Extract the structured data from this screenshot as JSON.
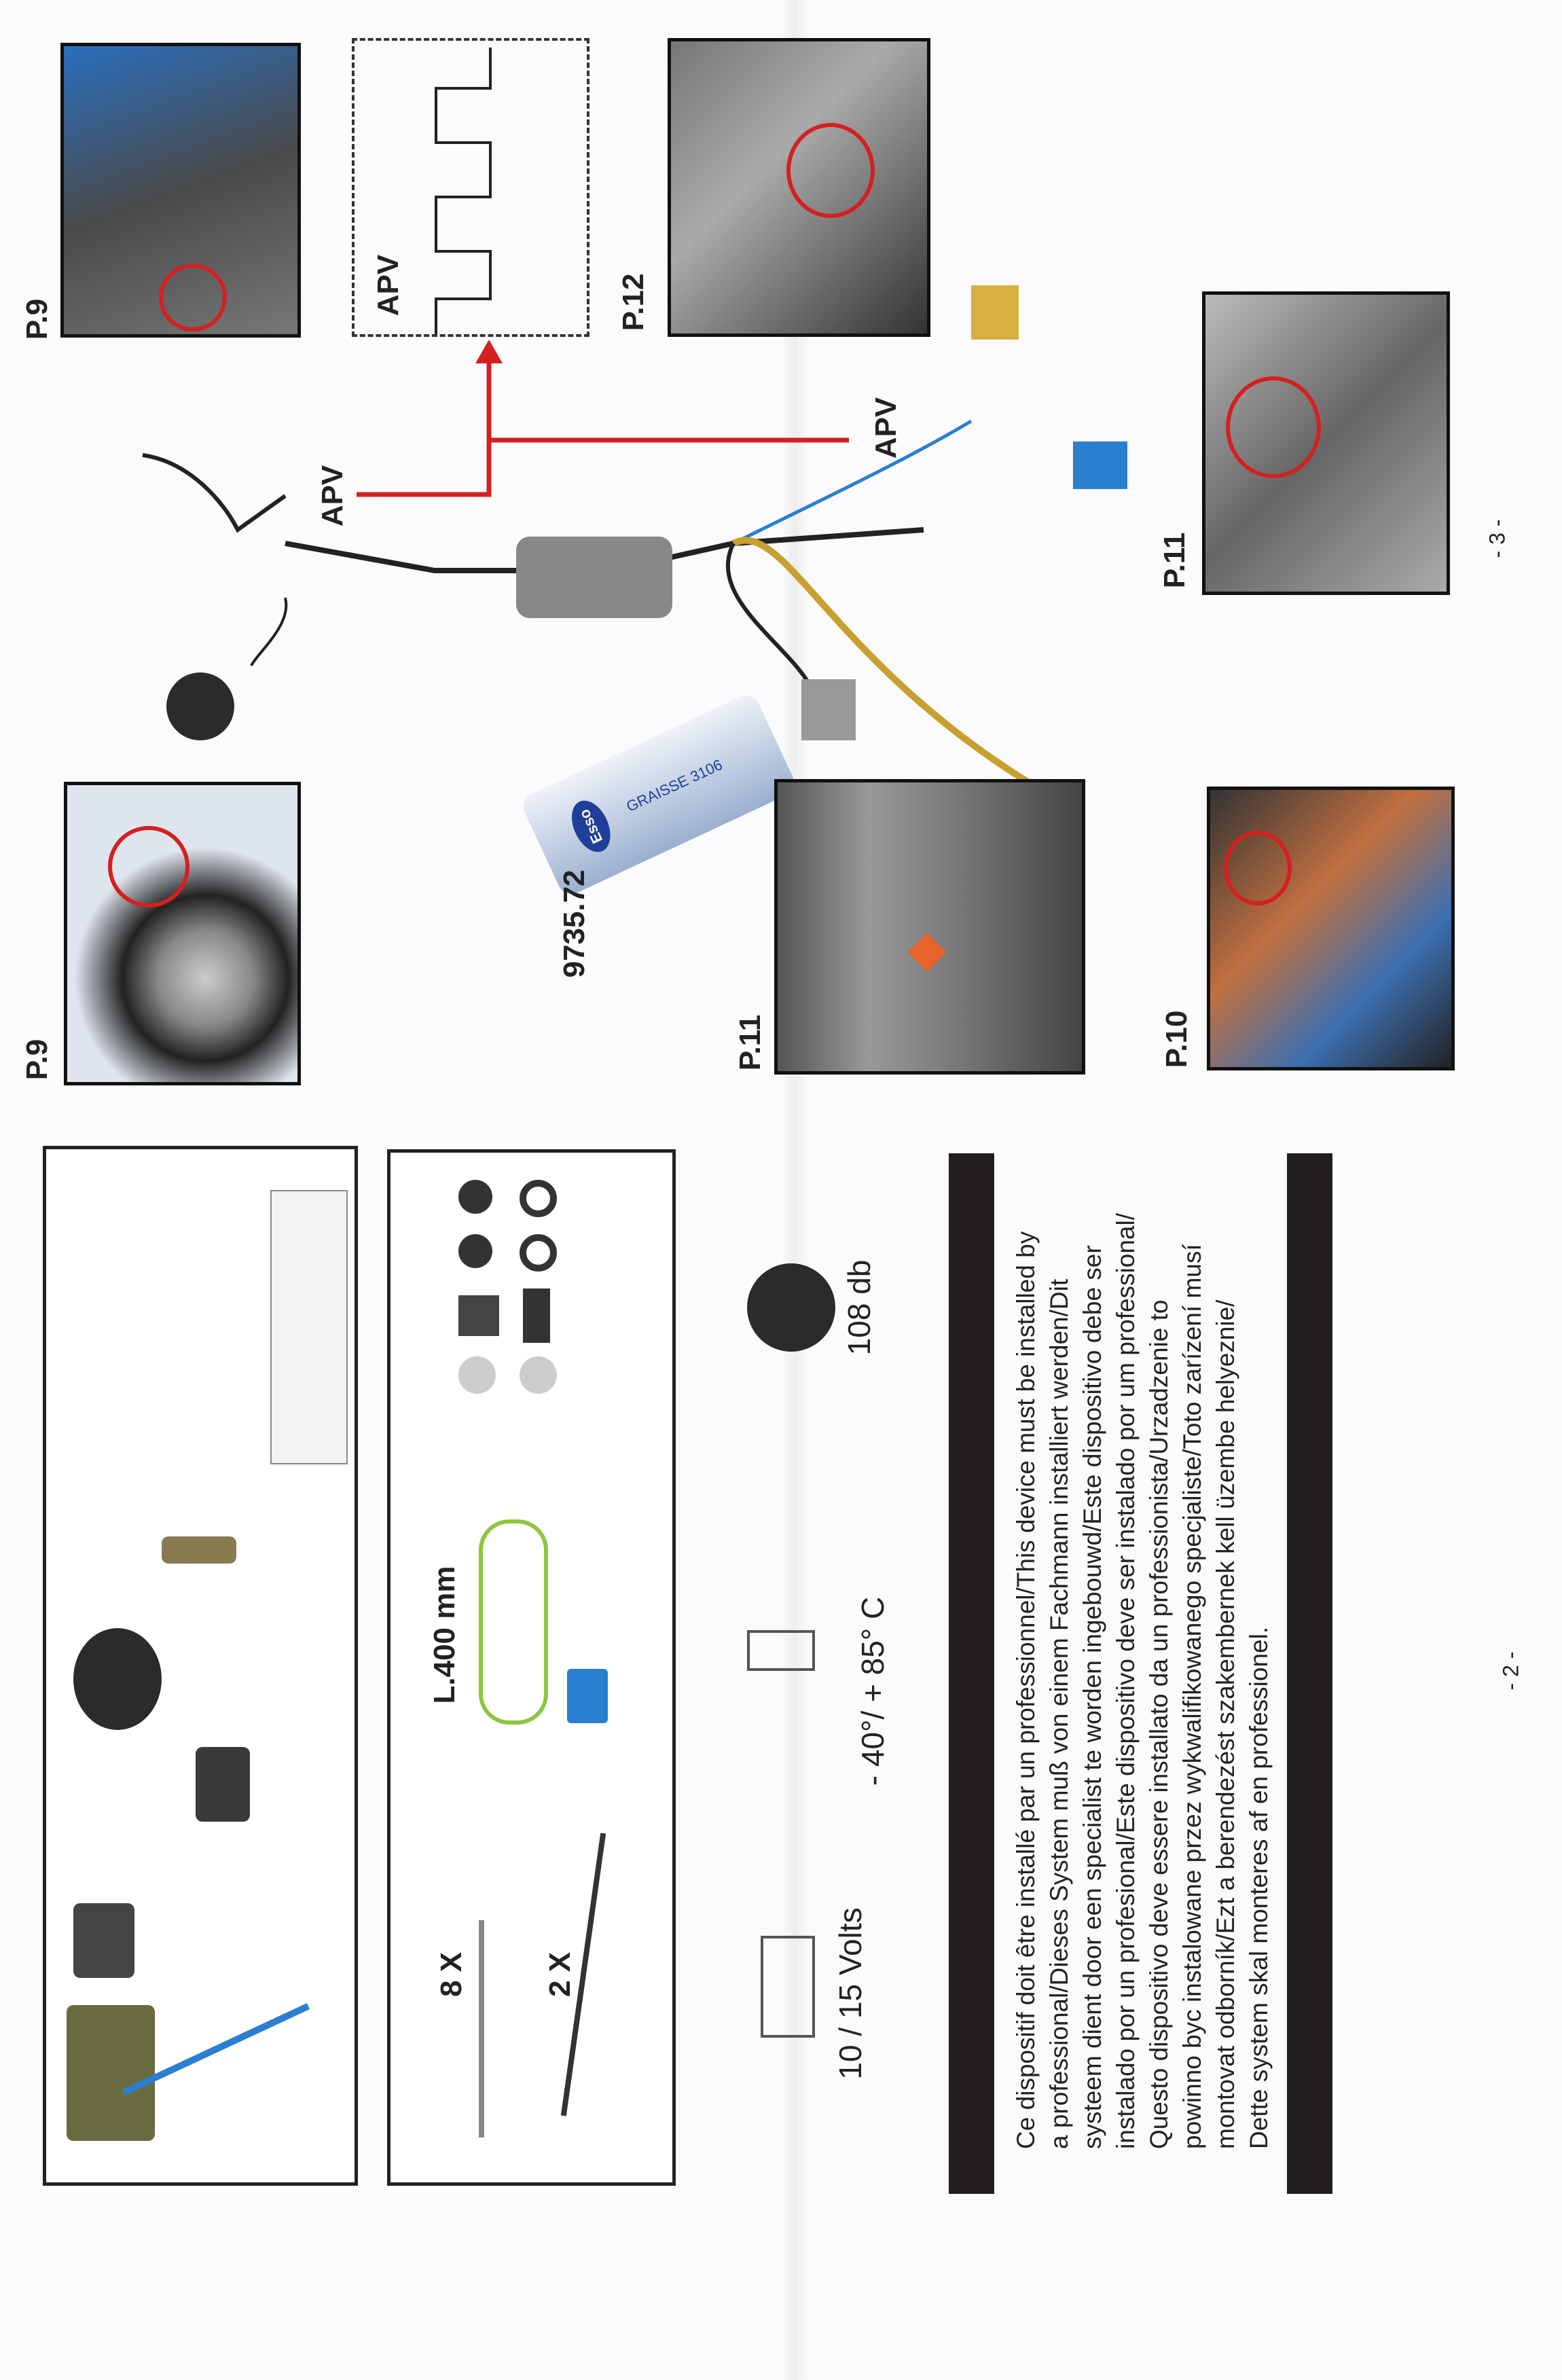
{
  "page_left": {
    "kit_box": {
      "title": "Kit contents"
    },
    "hardware_box": {
      "count_ties": "8 X",
      "count_clips": "2 X",
      "wire_length": "L.400 mm"
    },
    "specs": {
      "voltage": "10 / 15 Volts",
      "temperature": "- 40°/ + 85° C",
      "siren": "108 db"
    },
    "notice_lines": [
      "Ce dispositif doit être installé par un professionnel/This device must be installed by",
      "a professional/Dieses System muß von einem Fachmann installiert werden/Dit",
      "systeem dient door een specialist te worden ingebouwd/Este dispositivo debe ser",
      "instalado por un profesional/Este dispositivo deve ser instalado por um professional/",
      "Questo dispositivo deve essere installato da un professionista/Urzadzenie to",
      "powinno byc instalowane przez wykwalifikowanego specjaliste/Toto zarízení musí",
      "montovat odborník/Ezt a berendezést szakembernek kell üzembe helyeznie/",
      "Dette system skal monteres af en professionel."
    ],
    "page_number": "- 2 -"
  },
  "page_right": {
    "labels": {
      "p9_top": "P.9",
      "p9_bottom": "P.9",
      "p12": "P.12",
      "p11_dash": "P.11",
      "p11": "P.11",
      "p10": "P.10",
      "apv_box": "APV",
      "apv_wire1": "APV",
      "apv_wire2": "APV",
      "grease_ref": "9735.72",
      "can_brand": "Esso",
      "can_text": "GRAISSE 3106"
    },
    "page_number": "- 3 -",
    "colors": {
      "accent_red": "#d42020",
      "wire_blue": "#2a7fd0",
      "wire_green": "#8dc63f"
    }
  }
}
